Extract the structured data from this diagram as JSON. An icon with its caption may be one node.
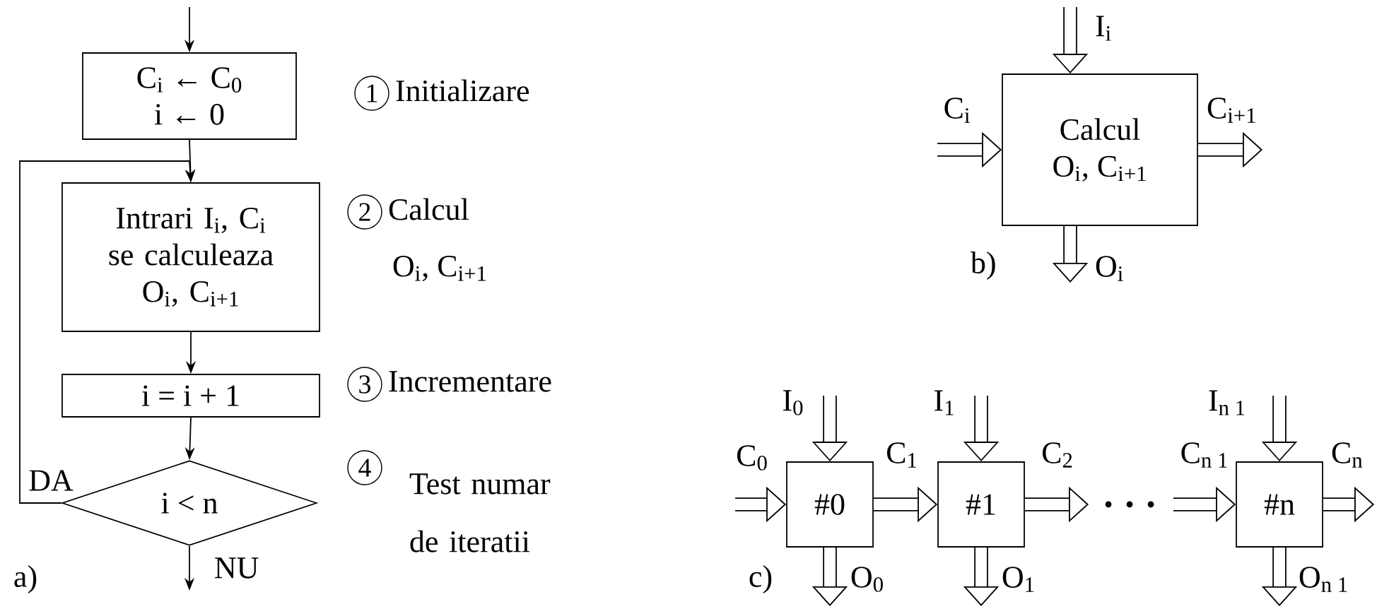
{
  "diagram": {
    "nodes": [
      {
        "text": [
          "C$_{i}$ ← C$_{0}$",
          "i ← 0"
        ]
      },
      {
        "text": [
          "Intrari I$_{i}$, C$_{i}$ se calculeaza O$_{i}$, C$_{i+1}$"
        ]
      },
      {
        "text": [
          "i = i + 1"
        ]
      },
      {
        "text": [
          "i < n"
        ]
      },
      {
        "text": [
          "Calcul",
          "O$_{i}$, C$_{i+1}$"
        ]
      },
      {
        "text": [
          "#0"
        ]
      },
      {
        "text": [
          "#1"
        ]
      },
      {
        "text": [
          "#n"
        ]
      }
    ],
    "edges": [
      {
        "from": null,
        "to": 0,
        "arrow": "to"
      },
      {
        "from": 0,
        "to": 1,
        "arrow": "to"
      },
      {
        "from": 1,
        "to": 2,
        "arrow": "to"
      },
      {
        "from": 2,
        "to": 3,
        "arrow": "to"
      },
      {
        "from": 3,
        "to": 1,
        "arrow": "to",
        "label": "DA"
      },
      {
        "from": 3,
        "to": null,
        "arrow": "to",
        "label": "NU"
      },
      {
        "from": null,
        "to": 4,
        "arrow": "to",
        "label": "I$_{i}$"
      },
      {
        "from": null,
        "to": 4,
        "arrow": "to",
        "label": "C$_{i}$"
      },
      {
        "from": 4,
        "to": null,
        "arrow": "to",
        "label": "C$_{i+1}$"
      },
      {
        "from": 4,
        "to": null,
        "arrow": "to",
        "label": "O$_{i}$"
      },
      {
        "from": null,
        "to": 5,
        "arrow": "to",
        "label": "I$_{0}$"
      },
      {
        "from": null,
        "to": 5,
        "arrow": "to",
        "label": "C$_{0}$"
      },
      {
        "from": 5,
        "to": 6,
        "arrow": "to",
        "label": "C$_{1}$"
      },
      {
        "from": 5,
        "to": null,
        "arrow": "to",
        "label": "O$_{0}$"
      },
      {
        "from": null,
        "to": 6,
        "arrow": "to",
        "label": "I$_{1}$"
      },
      {
        "from": 6,
        "to": null,
        "arrow": "to",
        "label": "C$_{2}$"
      },
      {
        "from": 6,
        "to": null,
        "arrow": "to",
        "label": "O$_{1}$"
      },
      {
        "from": null,
        "to": 7,
        "arrow": "to",
        "label": "I$_{n 1}$"
      },
      {
        "from": null,
        "to": 7,
        "arrow": "to",
        "label": "C$_{n 1}$"
      },
      {
        "from": 7,
        "to": null,
        "arrow": "to",
        "label": "C$_{n}$"
      },
      {
        "from": 7,
        "to": null,
        "arrow": "to",
        "label": "O$_{n 1}$"
      }
    ],
    "labels": [
      "1",
      "Initializare",
      "2",
      "Calcul",
      "O$_{i}$, C$_{i+1}$",
      "3",
      "Incrementare",
      "4",
      "Test numar de iteratii",
      "a)",
      "b)",
      "c)"
    ]
  }
}
